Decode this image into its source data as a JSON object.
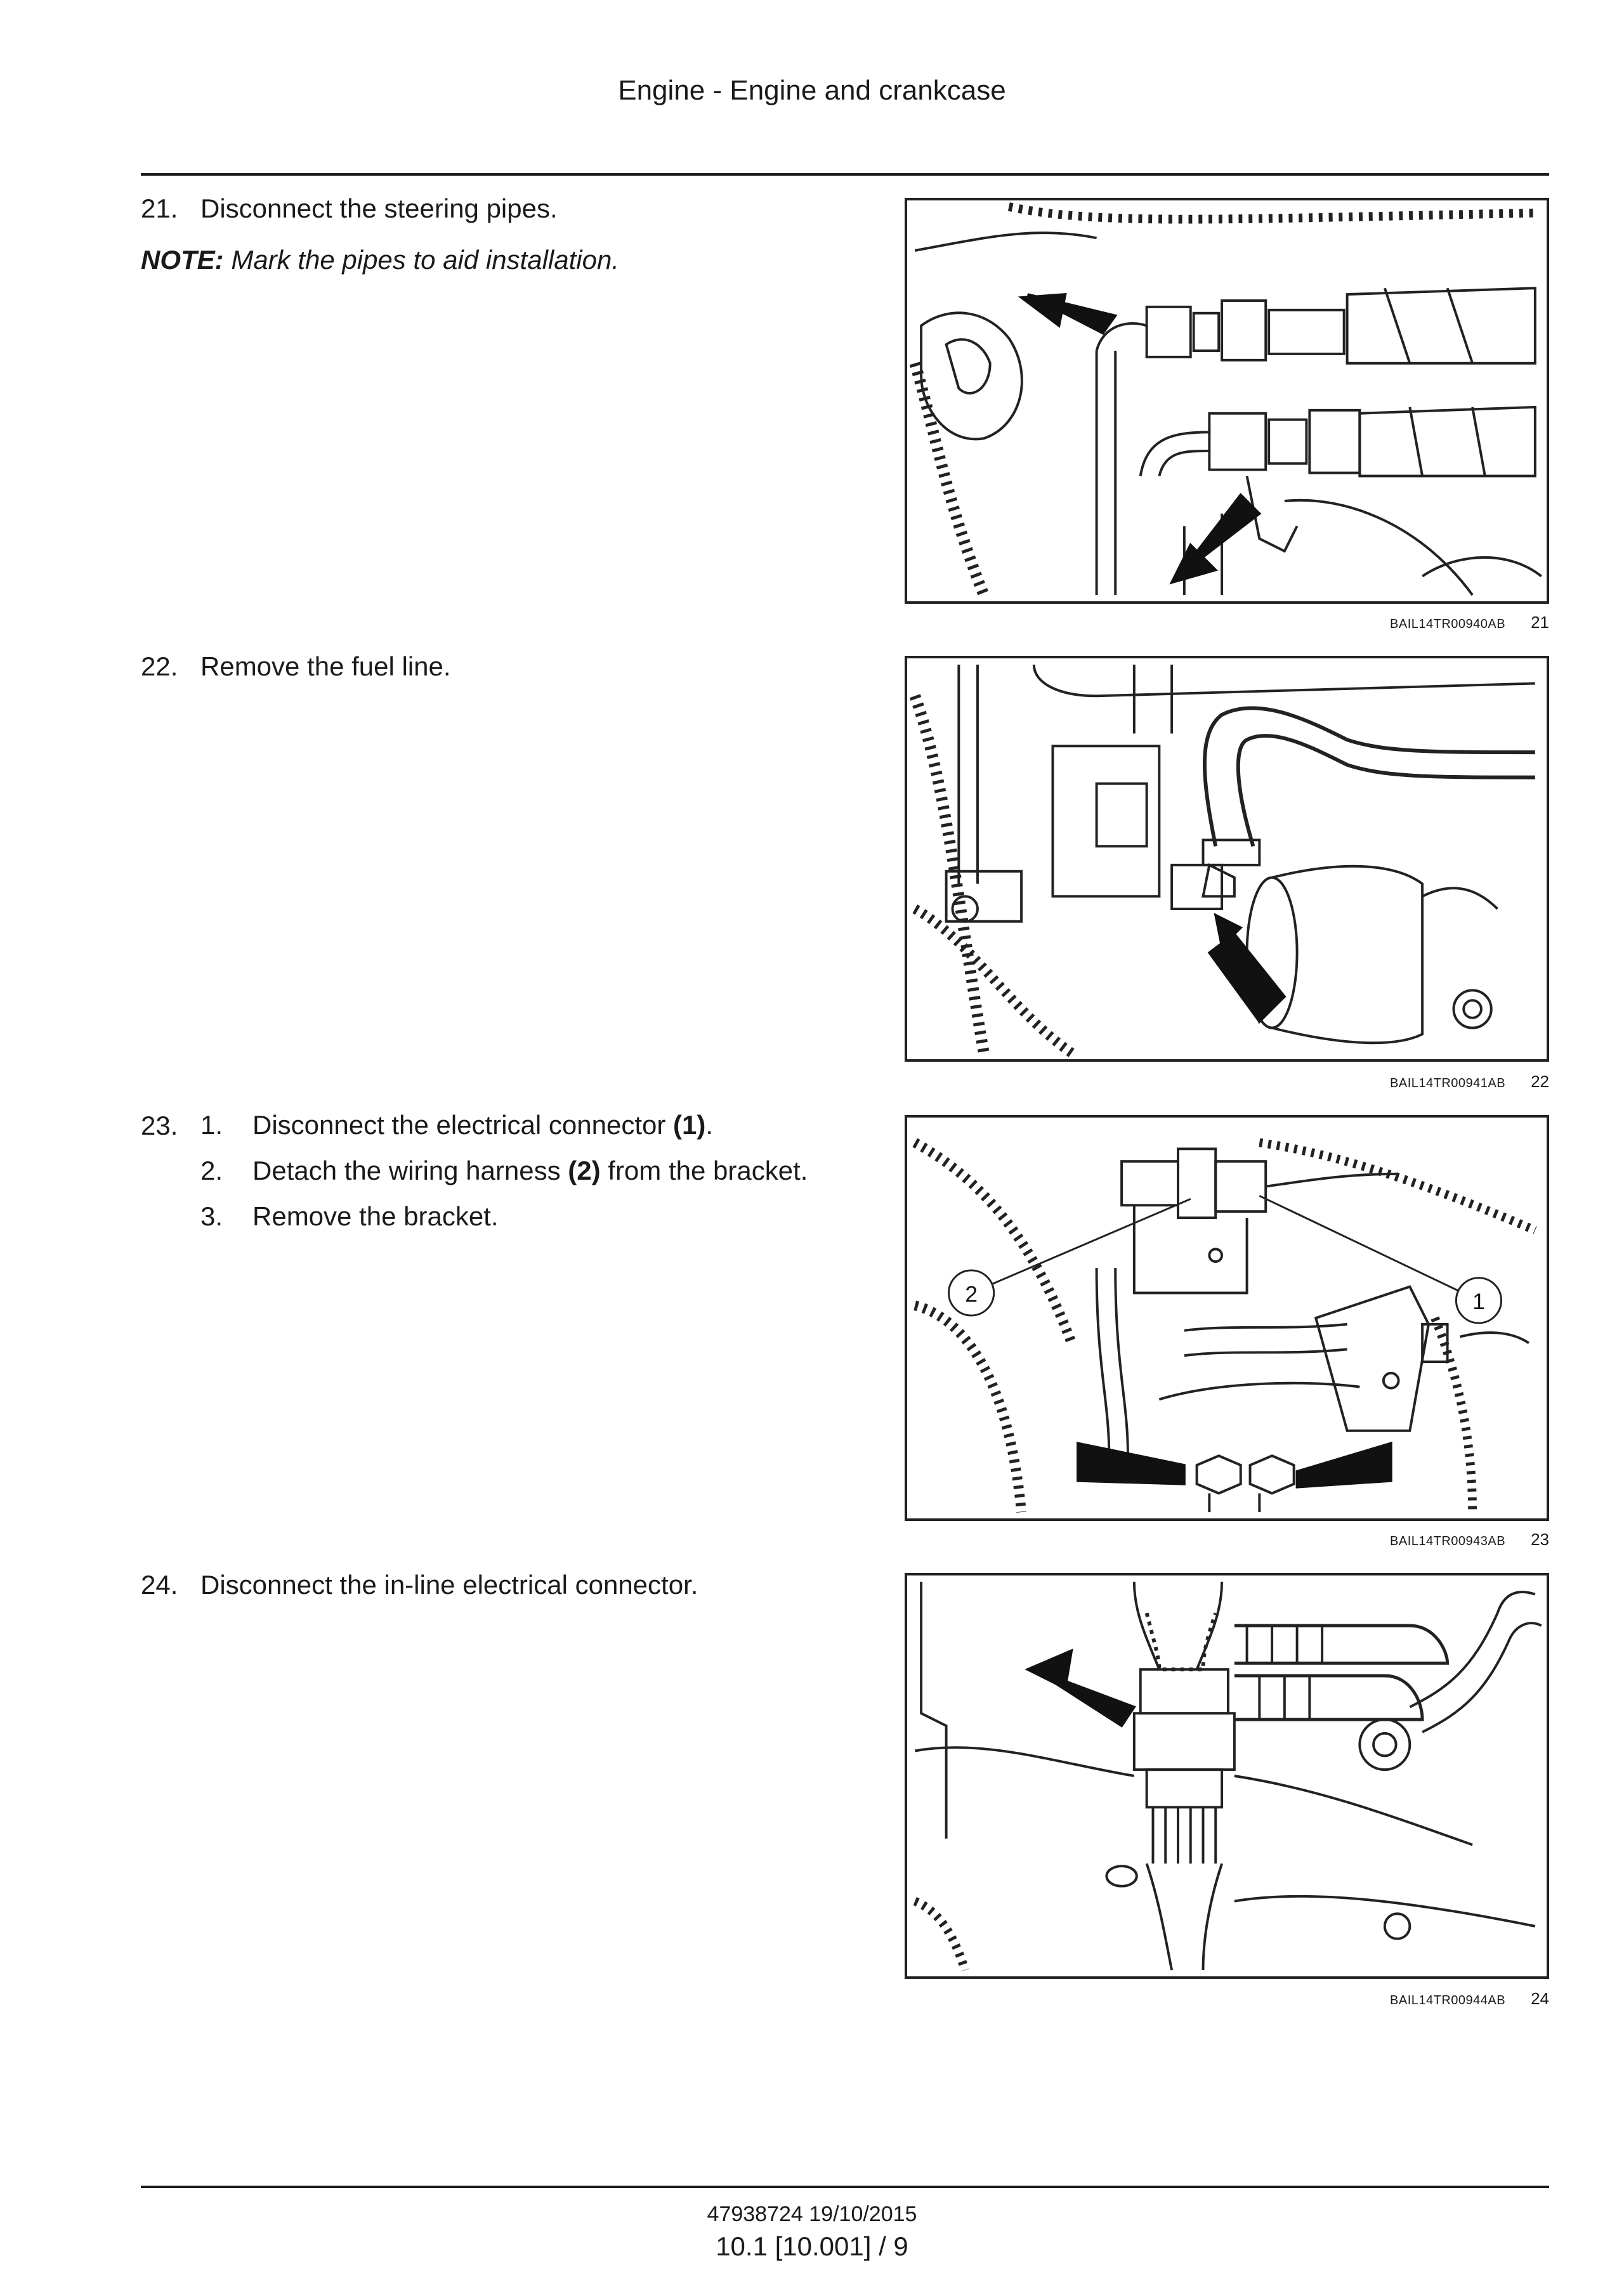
{
  "header": {
    "title": "Engine - Engine and crankcase"
  },
  "steps": [
    {
      "number": "21.",
      "text": "Disconnect the steering pipes.",
      "note_label": "NOTE:",
      "note_text": "Mark the pipes to aid installation.",
      "figure": {
        "code": "BAIL14TR00940AB",
        "number": "21"
      }
    },
    {
      "number": "22.",
      "text": "Remove the fuel line.",
      "figure": {
        "code": "BAIL14TR00941AB",
        "number": "22"
      }
    },
    {
      "number": "23.",
      "substeps": [
        {
          "number": "1.",
          "pre": "Disconnect the electrical connector ",
          "ref": "(1)",
          "post": "."
        },
        {
          "number": "2.",
          "pre": "Detach the wiring harness ",
          "ref": "(2)",
          "post": " from the bracket."
        },
        {
          "number": "3.",
          "pre": "Remove the bracket.",
          "ref": "",
          "post": ""
        }
      ],
      "figure": {
        "code": "BAIL14TR00943AB",
        "number": "23",
        "callouts": [
          "2",
          "1"
        ]
      }
    },
    {
      "number": "24.",
      "text": "Disconnect the in-line electrical connector.",
      "figure": {
        "code": "BAIL14TR00944AB",
        "number": "24"
      }
    }
  ],
  "footer": {
    "doc_ref": "47938724 19/10/2015",
    "page": "10.1 [10.001] / 9"
  }
}
